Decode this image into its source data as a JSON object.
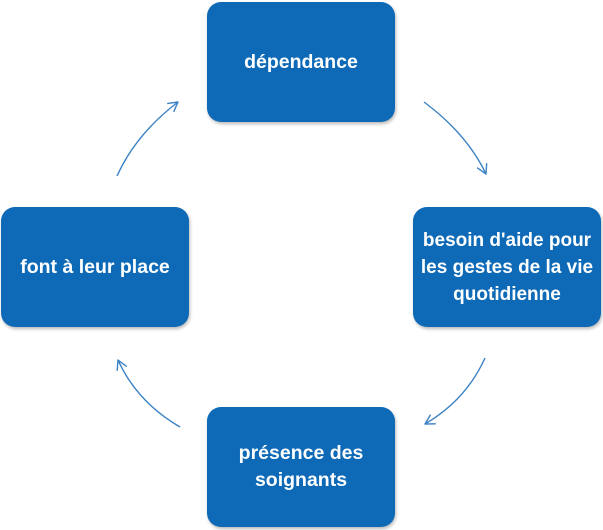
{
  "diagram": {
    "colors": {
      "box_fill": "#0e6ab7",
      "box_text": "#ffffff",
      "arrow": "#3c82c4"
    },
    "nodes": {
      "top": {
        "label": "dépendance"
      },
      "right": {
        "label": "besoin d'aide pour les gestes de la vie quotidienne"
      },
      "bottom": {
        "label": "présence des soignants"
      },
      "left": {
        "label": "font à leur place"
      }
    },
    "flow": [
      "top",
      "right",
      "bottom",
      "left",
      "top"
    ]
  }
}
